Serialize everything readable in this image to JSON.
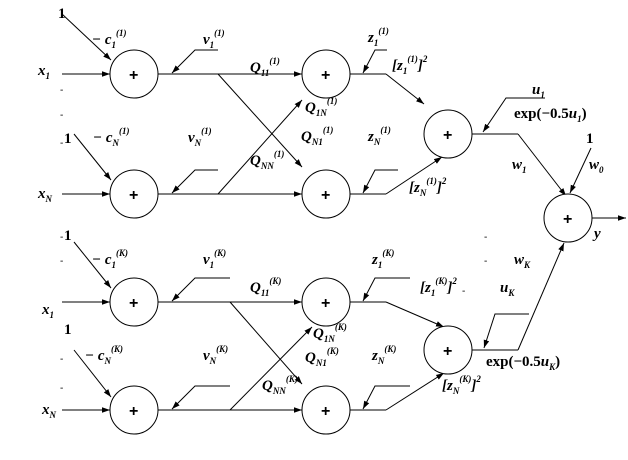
{
  "title": "Neural network block diagram (RBF-like with quadratic units)",
  "colors": {
    "stroke": "#000000",
    "background": "#ffffff",
    "text": "#000000"
  },
  "node_symbol": "+",
  "bias_one": "1",
  "blocks": [
    {
      "id": "block-1",
      "superscript": "(1)",
      "inputs": [
        {
          "x": "x",
          "x_sub": "1",
          "c_prefix": "−",
          "c": "c",
          "c_sub": "1",
          "v": "v",
          "v_sub": "1",
          "z": "z",
          "z_sub": "1",
          "q": "Q",
          "q_sub": "11",
          "q_cross": "Q",
          "q_cross_sub": "1N",
          "sq": "2"
        },
        {
          "x": "x",
          "x_sub": "N",
          "c_prefix": "−",
          "c": "c",
          "c_sub": "N",
          "v": "v",
          "v_sub": "N",
          "z": "z",
          "z_sub": "N",
          "q": "Q",
          "q_sub": "NN",
          "q_cross": "Q",
          "q_cross_sub": "N1",
          "sq": "2"
        }
      ],
      "u": "u",
      "u_sub": "1",
      "exp_label": "exp(−0.5",
      "exp_close": ")",
      "w": "w",
      "w_sub": "1"
    },
    {
      "id": "block-K",
      "superscript": "(K)",
      "inputs": [
        {
          "x": "x",
          "x_sub": "1",
          "c_prefix": "−",
          "c": "c",
          "c_sub": "1",
          "v": "v",
          "v_sub": "1",
          "z": "z",
          "z_sub": "1",
          "q": "Q",
          "q_sub": "11",
          "q_cross": "Q",
          "q_cross_sub": "1N",
          "sq": "2"
        },
        {
          "x": "x",
          "x_sub": "N",
          "c_prefix": "−",
          "c": "c",
          "c_sub": "N",
          "v": "v",
          "v_sub": "N",
          "z": "z",
          "z_sub": "N",
          "q": "Q",
          "q_sub": "NN",
          "q_cross": "Q",
          "q_cross_sub": "N1",
          "sq": "2"
        }
      ],
      "u": "u",
      "u_sub": "K",
      "exp_label": "exp(−0.5",
      "exp_close": ")",
      "w": "w",
      "w_sub": "K"
    }
  ],
  "output": {
    "w0": "w",
    "w0_sub": "0",
    "bias": "1",
    "y": "y"
  },
  "ellipsis_mark": "-"
}
